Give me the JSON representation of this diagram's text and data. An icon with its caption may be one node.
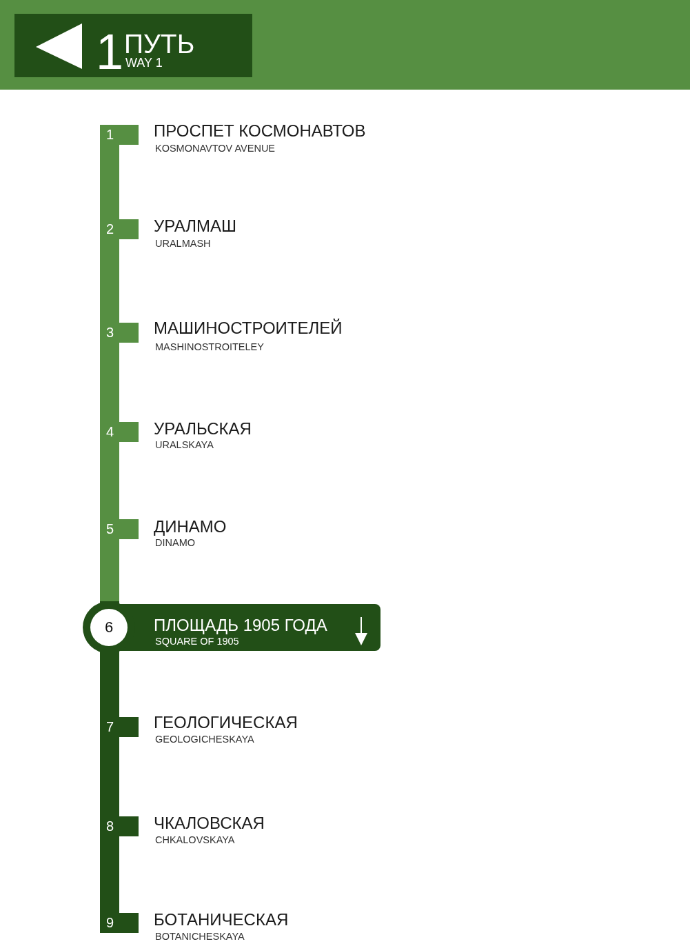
{
  "diagram": {
    "nodes": [
      {
        "text": [
          "1",
          "ПУТЬ",
          "WAY 1"
        ]
      },
      {
        "text": [
          "1"
        ],
        "beside": [
          "ПРОСПЕТ КОСМОНАВТОВ",
          "KOSMONAVTOV AVENUE"
        ]
      },
      {
        "text": [
          "2"
        ],
        "beside": [
          "УРАЛМАШ",
          "URALMASH"
        ]
      },
      {
        "text": [
          "3"
        ],
        "beside": [
          "МАШИНОСТРОИТЕЛЕЙ",
          "MASHINOSTROITELEY"
        ]
      },
      {
        "text": [
          "4"
        ],
        "beside": [
          "УРАЛЬСКАЯ",
          "URALSKAYA"
        ]
      },
      {
        "text": [
          "5"
        ],
        "beside": [
          "ДИНАМО",
          "DINAMO"
        ]
      },
      {
        "text": [
          "6",
          "ПЛОЩАДЬ 1905 ГОДА",
          "SQUARE OF 1905"
        ]
      },
      {
        "text": [
          "7"
        ],
        "beside": [
          "ГЕОЛОГИЧЕСКАЯ",
          "GEOLOGICHESKAYA"
        ]
      },
      {
        "text": [
          "8"
        ],
        "beside": [
          "ЧКАЛОВСКАЯ",
          "CHKALOVSKAYA"
        ]
      },
      {
        "text": [
          "9"
        ],
        "beside": [
          "БОТАНИЧЕСКАЯ",
          "BOTANICHESKAYA"
        ]
      }
    ],
    "edges": [
      {
        "from": 1,
        "to": 2,
        "arrow": "none"
      },
      {
        "from": 2,
        "to": 3,
        "arrow": "none"
      },
      {
        "from": 3,
        "to": 4,
        "arrow": "none"
      },
      {
        "from": 4,
        "to": 5,
        "arrow": "none"
      },
      {
        "from": 5,
        "to": 6,
        "arrow": "none"
      },
      {
        "from": 6,
        "to": 7,
        "arrow": "none",
        "color": "#224f17"
      },
      {
        "from": 7,
        "to": 8,
        "arrow": "none",
        "color": "#224f17"
      },
      {
        "from": 8,
        "to": 9,
        "arrow": "none",
        "color": "#224f17"
      }
    ]
  }
}
